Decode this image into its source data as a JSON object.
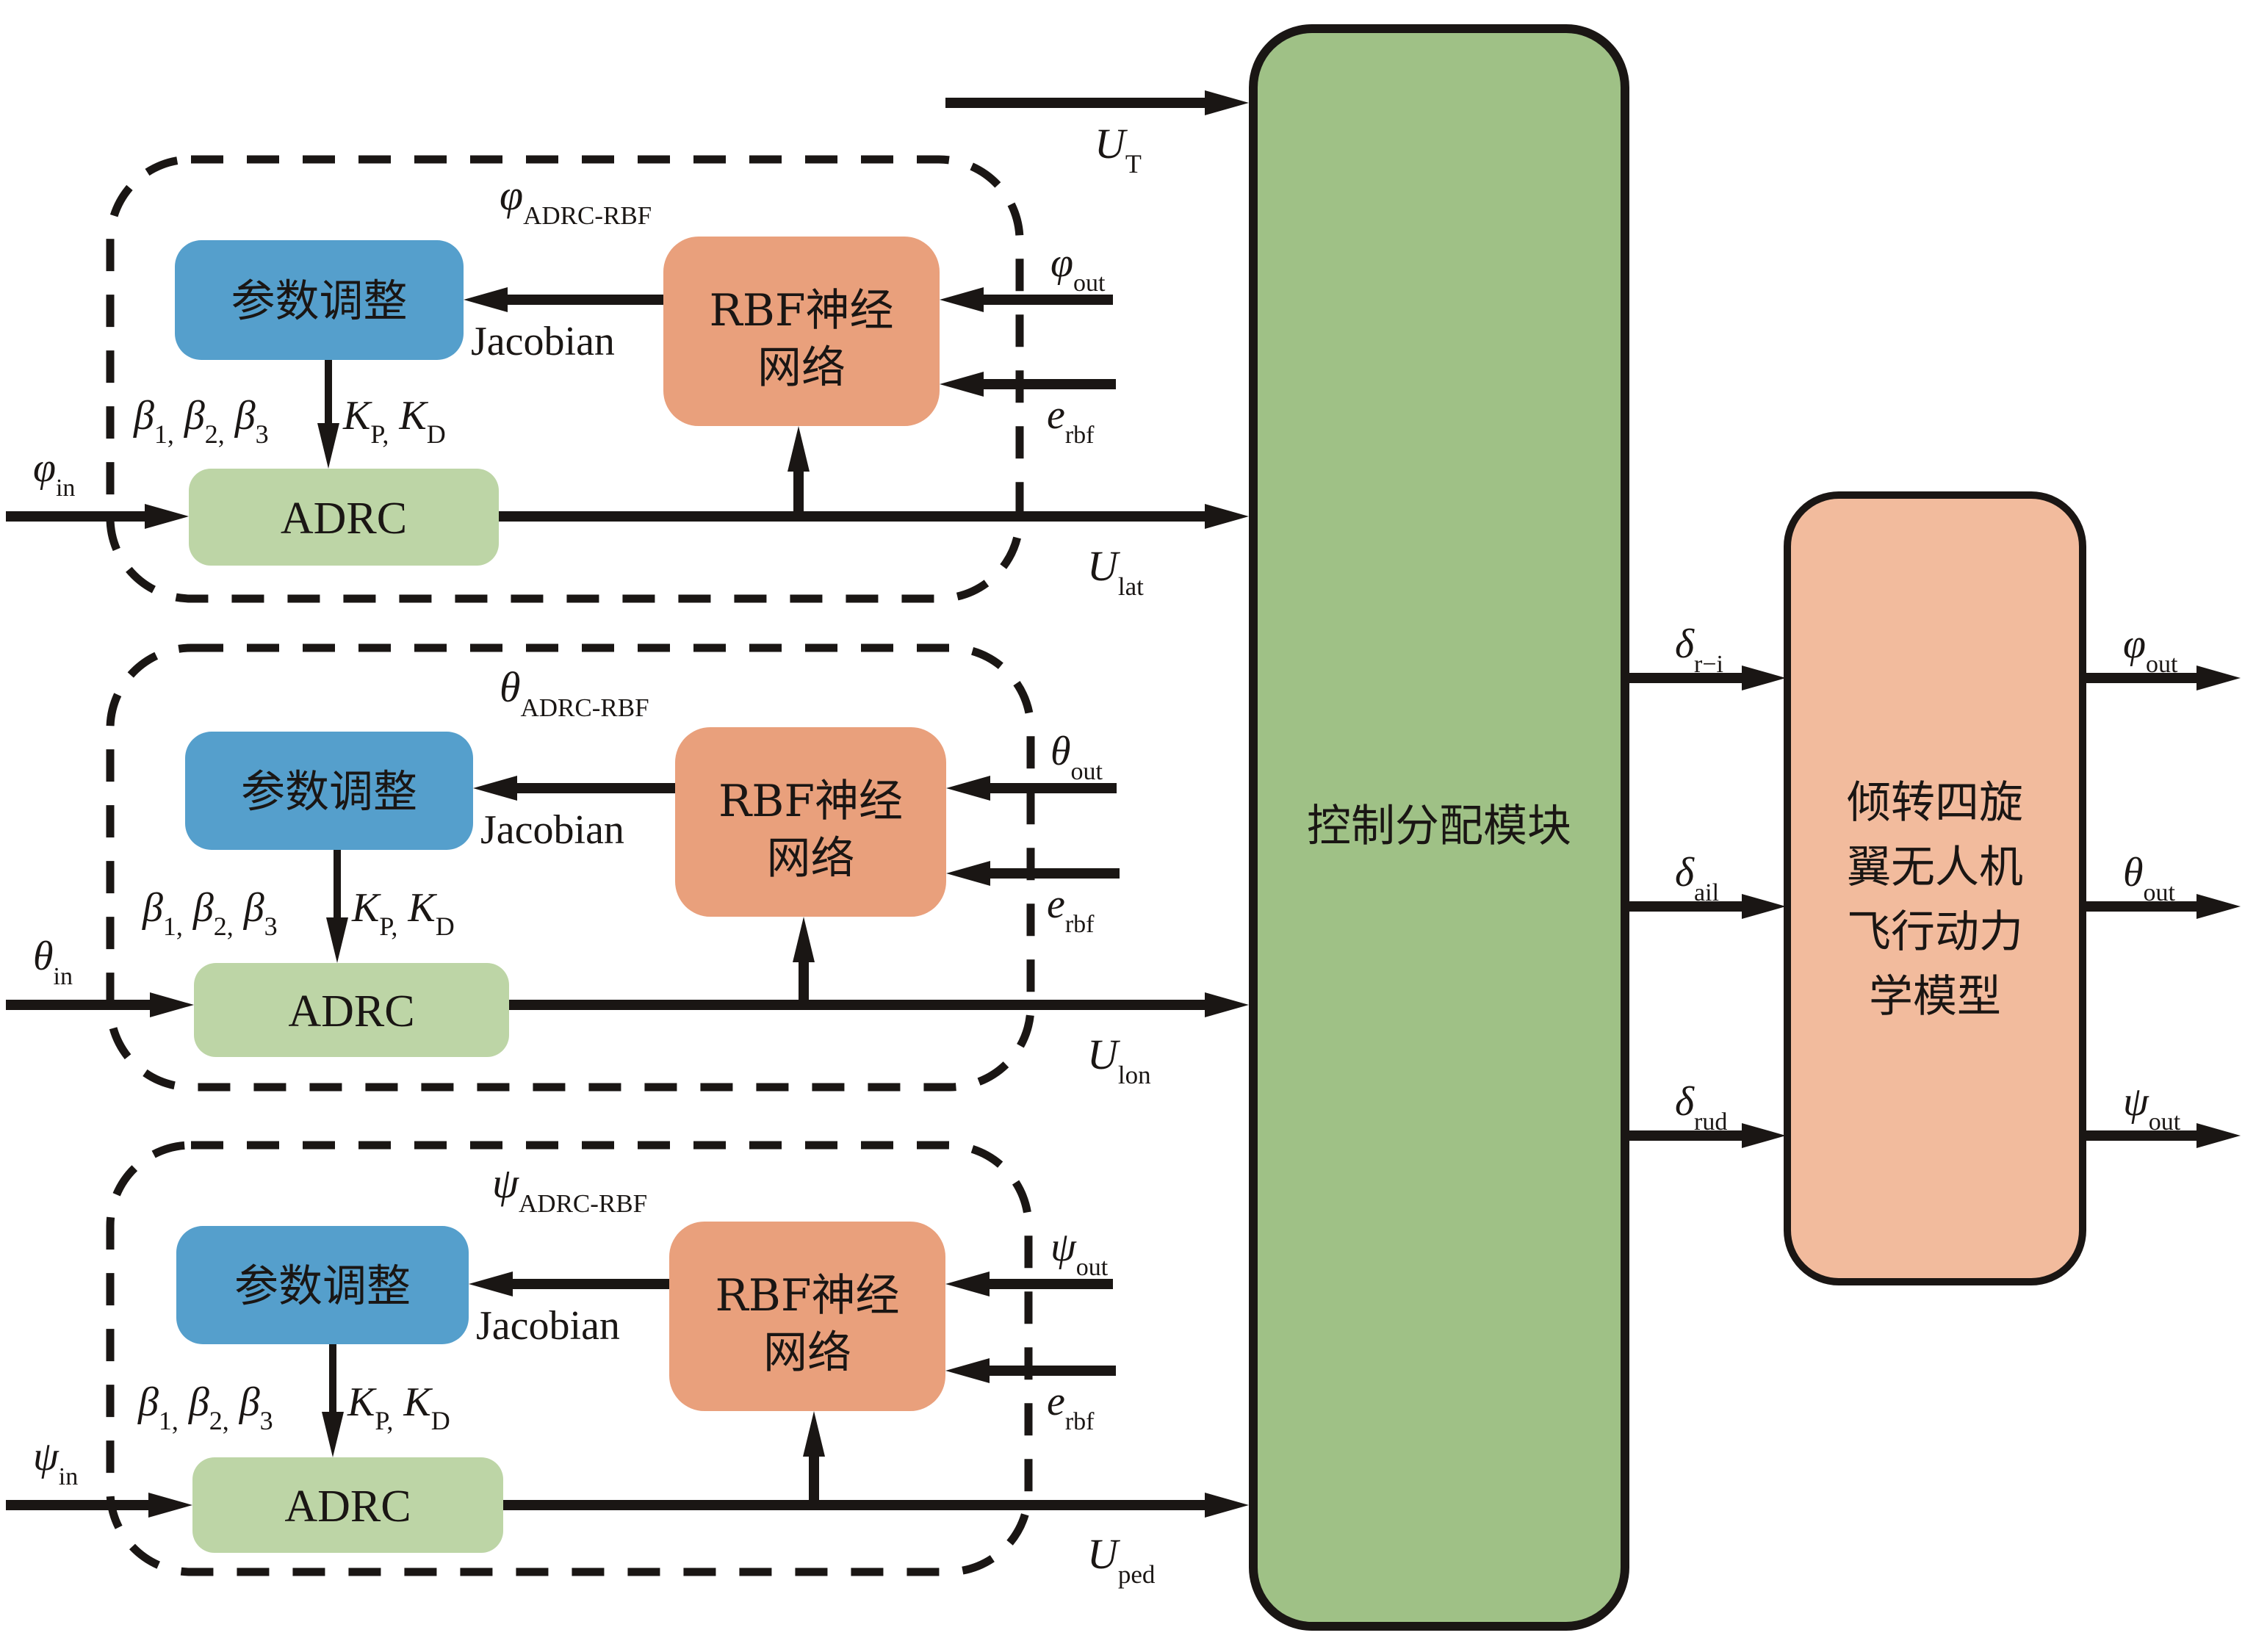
{
  "colors": {
    "param_block": "#559fcc",
    "rbf_block": "#e9a07c",
    "adrc_block": "#bdd5a6",
    "allocation_block": "#9fc186",
    "dynamics_block": "#f2bb9d",
    "stroke": "#1a1614"
  },
  "channels": [
    {
      "id": "roll",
      "group_label": {
        "symbol": "φ",
        "sub": "ADRC-RBF"
      },
      "param_block": "参数调整",
      "rbf_block": [
        "RBF神经",
        "网络"
      ],
      "adrc_block": "ADRC",
      "jacobian_label": "Jacobian",
      "gains_left": [
        {
          "sym": "β",
          "sub": "1"
        },
        {
          "sym": "β",
          "sub": "2"
        },
        {
          "sym": "β",
          "sub": "3"
        }
      ],
      "gains_right": [
        {
          "sym": "K",
          "sub": "P"
        },
        {
          "sym": "K",
          "sub": "D"
        }
      ],
      "input": {
        "symbol": "φ",
        "sub": "in"
      },
      "feedback": {
        "symbol": "φ",
        "sub": "out"
      },
      "error": {
        "symbol": "e",
        "sub": "rbf"
      },
      "output": {
        "symbol": "U",
        "sub": "lat"
      }
    },
    {
      "id": "pitch",
      "group_label": {
        "symbol": "θ",
        "sub": "ADRC-RBF"
      },
      "param_block": "参数调整",
      "rbf_block": [
        "RBF神经",
        "网络"
      ],
      "adrc_block": "ADRC",
      "jacobian_label": "Jacobian",
      "gains_left": [
        {
          "sym": "β",
          "sub": "1"
        },
        {
          "sym": "β",
          "sub": "2"
        },
        {
          "sym": "β",
          "sub": "3"
        }
      ],
      "gains_right": [
        {
          "sym": "K",
          "sub": "P"
        },
        {
          "sym": "K",
          "sub": "D"
        }
      ],
      "input": {
        "symbol": "θ",
        "sub": "in"
      },
      "feedback": {
        "symbol": "θ",
        "sub": "out"
      },
      "error": {
        "symbol": "e",
        "sub": "rbf"
      },
      "output": {
        "symbol": "U",
        "sub": "lon"
      }
    },
    {
      "id": "yaw",
      "group_label": {
        "symbol": "ψ",
        "sub": "ADRC-RBF"
      },
      "param_block": "参数调整",
      "rbf_block": [
        "RBF神经",
        "网络"
      ],
      "adrc_block": "ADRC",
      "jacobian_label": "Jacobian",
      "gains_left": [
        {
          "sym": "β",
          "sub": "1"
        },
        {
          "sym": "β",
          "sub": "2"
        },
        {
          "sym": "β",
          "sub": "3"
        }
      ],
      "gains_right": [
        {
          "sym": "K",
          "sub": "P"
        },
        {
          "sym": "K",
          "sub": "D"
        }
      ],
      "input": {
        "symbol": "ψ",
        "sub": "in"
      },
      "feedback": {
        "symbol": "ψ",
        "sub": "out"
      },
      "error": {
        "symbol": "e",
        "sub": "rbf"
      },
      "output": {
        "symbol": "U",
        "sub": "ped"
      }
    }
  ],
  "throttle": {
    "symbol": "U",
    "sub": "T"
  },
  "allocation_block": "控制分配模块",
  "actuators": [
    {
      "symbol": "δ",
      "sub": "r−i"
    },
    {
      "symbol": "δ",
      "sub": "ail"
    },
    {
      "symbol": "δ",
      "sub": "rud"
    }
  ],
  "dynamics_block": [
    "倾转四旋",
    "翼无人机",
    "飞行动力",
    "学模型"
  ],
  "outputs": [
    {
      "symbol": "φ",
      "sub": "out"
    },
    {
      "symbol": "θ",
      "sub": "out"
    },
    {
      "symbol": "ψ",
      "sub": "out"
    }
  ]
}
